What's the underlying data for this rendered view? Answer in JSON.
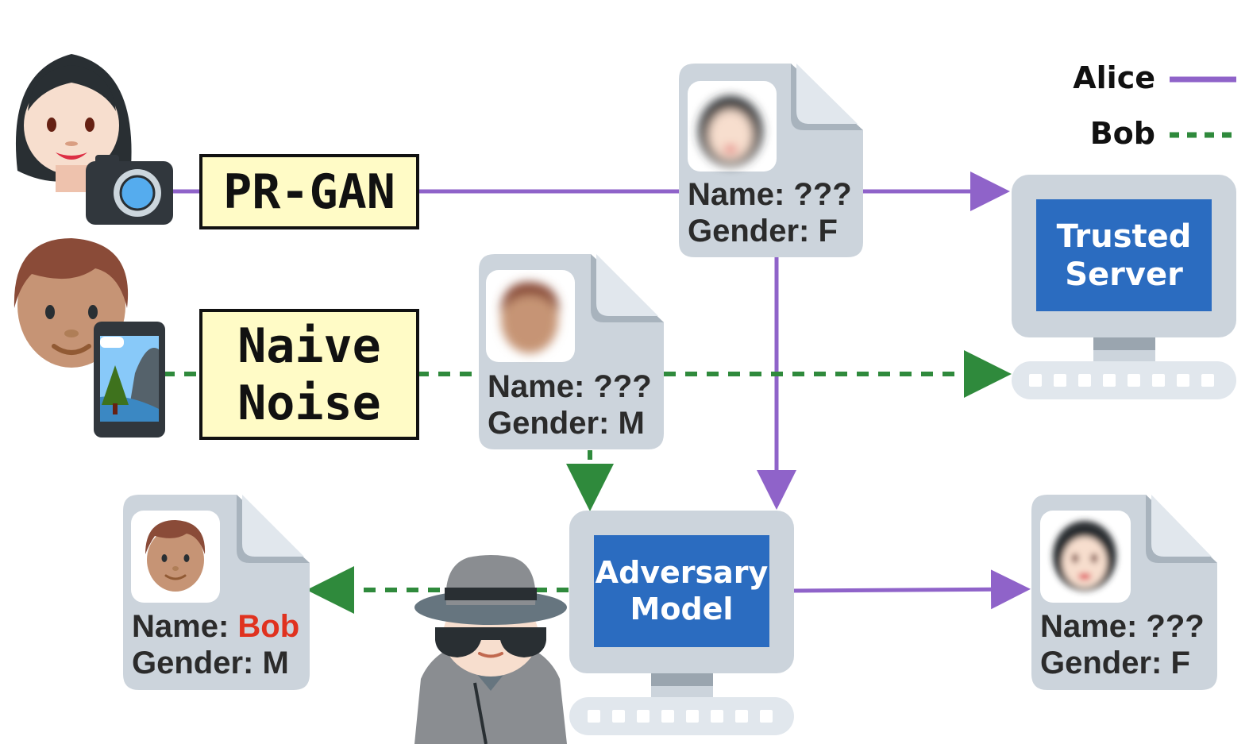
{
  "boxes": {
    "prgan": "PR-GAN",
    "naive_line1": "Naive",
    "naive_line2": "Noise"
  },
  "docs": {
    "alice_top": {
      "name_label": "Name:",
      "name_value": "???",
      "gender": "Gender: F"
    },
    "bob_mid": {
      "name_label": "Name:",
      "name_value": "???",
      "gender": "Gender: M"
    },
    "bob_leak": {
      "name_label": "Name:",
      "name_value": "Bob",
      "gender": "Gender: M"
    },
    "alice_out": {
      "name_label": "Name:",
      "name_value": "???",
      "gender": "Gender: F"
    }
  },
  "computers": {
    "trusted_line1": "Trusted",
    "trusted_line2": "Server",
    "adversary_line1": "Adversary",
    "adversary_line2": "Model"
  },
  "legend": {
    "alice": "Alice",
    "bob": "Bob"
  },
  "colors": {
    "alice_line": "#8f63c9",
    "bob_line": "#2f8a3c",
    "leak_highlight": "#e0321f",
    "screen": "#2b6cc0",
    "device_gray": "#ccd4dc"
  },
  "icons": {
    "alice": "woman-face-icon",
    "camera": "camera-icon",
    "bob": "man-face-icon",
    "phone": "phone-icon",
    "spy": "detective-icon"
  }
}
